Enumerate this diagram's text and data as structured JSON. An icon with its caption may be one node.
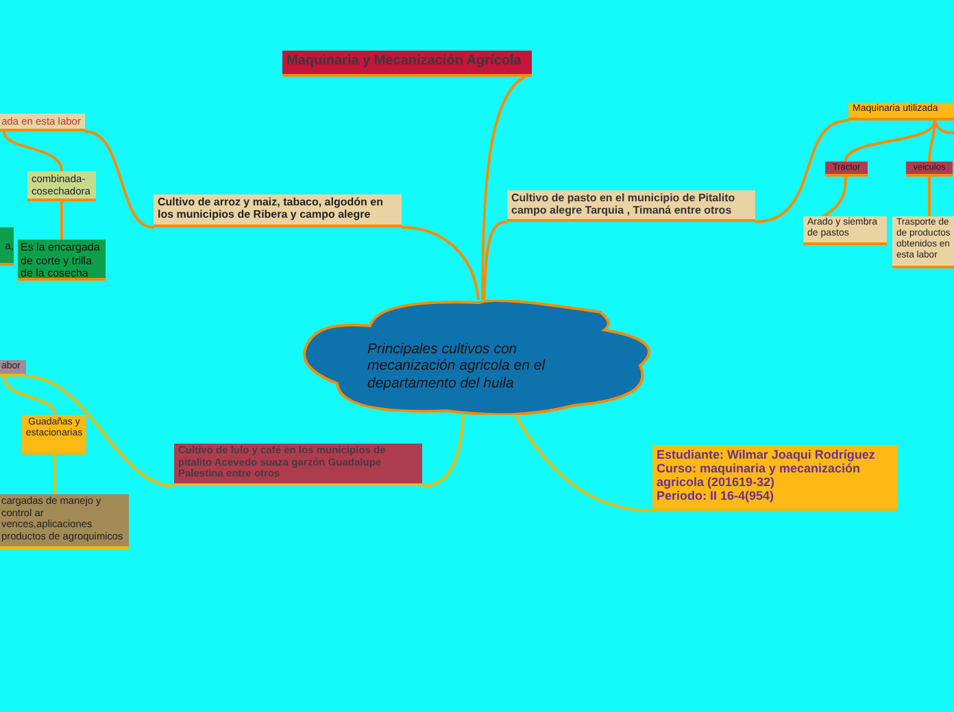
{
  "diagram": {
    "nodes": [
      {
        "text": [
          "Principales cultivos con mecanización agricola en el departamento del huila"
        ]
      },
      {
        "text": [
          "Maquinaria y Mecanización Agrícola"
        ]
      },
      {
        "text": [
          "Cultivo de arroz y maiz, tabaco, algodón en los municipios de Ribera y campo alegre"
        ]
      },
      {
        "text": [
          "ada en esta labor"
        ]
      },
      {
        "text": [
          "combinada-cosechadora"
        ]
      },
      {
        "text": [
          "Es la encargada de corte y trilla de la cosecha"
        ]
      },
      {
        "text": [
          "a,"
        ]
      },
      {
        "text": [
          "abor"
        ]
      },
      {
        "text": [
          "Guadañas y estacionarias"
        ]
      },
      {
        "text": [
          "cargadas de manejo y control ar vences,aplicaciones productos de agroquimicos"
        ]
      },
      {
        "text": [
          "Cultivo de lulo y café en los municipios de pitalito Acevedo suaza garzón Guadalupe Palestina entre otros"
        ]
      },
      {
        "text": [
          "Cultivo de pasto en el municipio de Pitalito campo alegre Tarquia , Timaná entre otros"
        ]
      },
      {
        "text": [
          "Maquinaria utilizada"
        ]
      },
      {
        "text": [
          "Tractor"
        ]
      },
      {
        "text": [
          "veiculos"
        ]
      },
      {
        "text": [
          "Arado y siembra de pastos"
        ]
      },
      {
        "text": [
          "Trasporte de de productos obtenidos en esta labor"
        ]
      },
      {
        "text": [
          "Estudiante: Wilmar Joaqui Rodríguez",
          "Curso: maquinaria y mecanización agricola (201619-32)",
          "Periodo: II 16-4(954)"
        ]
      }
    ],
    "edges": [
      {
        "from": 0,
        "to": 1,
        "arrow": "none"
      },
      {
        "from": 0,
        "to": 2,
        "arrow": "none"
      },
      {
        "from": 2,
        "to": 3,
        "arrow": "none"
      },
      {
        "from": 3,
        "to": 4,
        "arrow": "none"
      },
      {
        "from": 4,
        "to": 5,
        "arrow": "none"
      },
      {
        "from": 0,
        "to": 10,
        "arrow": "none",
        "color": "#f5b700"
      },
      {
        "from": 10,
        "to": 7,
        "arrow": "none",
        "color": "#f5b700"
      },
      {
        "from": 7,
        "to": 8,
        "arrow": "none",
        "color": "#f5b700"
      },
      {
        "from": 8,
        "to": 9,
        "arrow": "none",
        "color": "#f5b700"
      },
      {
        "from": 0,
        "to": 11,
        "arrow": "none"
      },
      {
        "from": 11,
        "to": 12,
        "arrow": "none"
      },
      {
        "from": 12,
        "to": 13,
        "arrow": "none"
      },
      {
        "from": 12,
        "to": 14,
        "arrow": "none"
      },
      {
        "from": 13,
        "to": 15,
        "arrow": "none"
      },
      {
        "from": 14,
        "to": 16,
        "arrow": "none"
      },
      {
        "from": 0,
        "to": 17,
        "arrow": "none",
        "color": "#f5b700"
      },
      {
        "from": 12,
        "to": null,
        "arrow": "none"
      }
    ]
  }
}
